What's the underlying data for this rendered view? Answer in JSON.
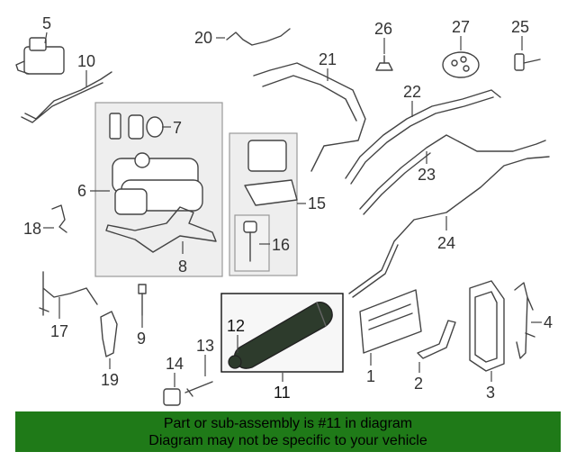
{
  "diagram": {
    "callouts": {
      "c1": "1",
      "c2": "2",
      "c3": "3",
      "c4": "4",
      "c5": "5",
      "c6": "6",
      "c7": "7",
      "c8": "8",
      "c9": "9",
      "c10": "10",
      "c11": "11",
      "c12": "12",
      "c13": "13",
      "c14": "14",
      "c15": "15",
      "c16": "16",
      "c17": "17",
      "c18": "18",
      "c19": "19",
      "c20": "20",
      "c21": "21",
      "c22": "22",
      "c23": "23",
      "c24": "24",
      "c25": "25",
      "c26": "26",
      "c27": "27"
    },
    "highlight_color": "#2d3b2c"
  },
  "banner": {
    "line1": "Part or sub-assembly is #11 in diagram",
    "line2": "Diagram may not be specific to your vehicle",
    "background": "#1f7a18"
  }
}
